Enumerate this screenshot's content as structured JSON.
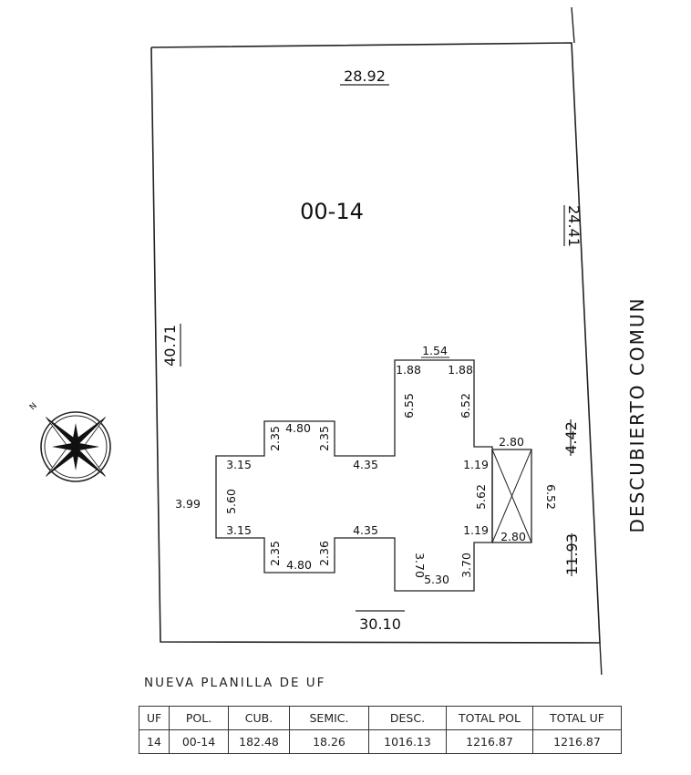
{
  "lot": {
    "id": "00-14",
    "top_side": "28.92",
    "bottom_side": "30.10",
    "left_side": "40.71",
    "right_side_upper": "24.41",
    "right_side_middle": "4.42",
    "right_side_lower": "11.93"
  },
  "common_area_label": "DESCUBIERTO COMUN",
  "building_dims": {
    "tower_top": "1.54",
    "tower_left_step": "1.88",
    "tower_right_step": "1.88",
    "tower_left_side": "6.55",
    "tower_right_side": "6.52",
    "upper_wing_width": "4.80",
    "upper_wing_left": "2.35",
    "upper_wing_right": "2.35",
    "upper_middle": "4.35",
    "left_upper_step": "3.15",
    "left_outer": "3.99",
    "left_inner": "5.60",
    "left_lower_step": "3.15",
    "lower_wing_left": "2.35",
    "lower_wing_right": "2.36",
    "lower_wing_width": "4.80",
    "lower_middle": "4.35",
    "bottom_left_side": "3.70",
    "bottom_right_side": "3.70",
    "bottom_width": "5.30",
    "right_upper_step": "1.19",
    "right_inner": "5.62",
    "right_lower_step": "1.19",
    "annex_top": "2.80",
    "annex_bottom": "2.80",
    "annex_right": "6.52"
  },
  "compass": {
    "icon": "compass-rose-icon",
    "north": "N"
  },
  "table": {
    "title": "NUEVA PLANILLA DE UF",
    "headers": [
      "UF",
      "POL.",
      "CUB.",
      "SEMIC.",
      "DESC.",
      "TOTAL POL",
      "TOTAL UF"
    ],
    "rows": [
      [
        "14",
        "00-14",
        "182.48",
        "18.26",
        "1016.13",
        "1216.87",
        "1216.87"
      ]
    ]
  }
}
